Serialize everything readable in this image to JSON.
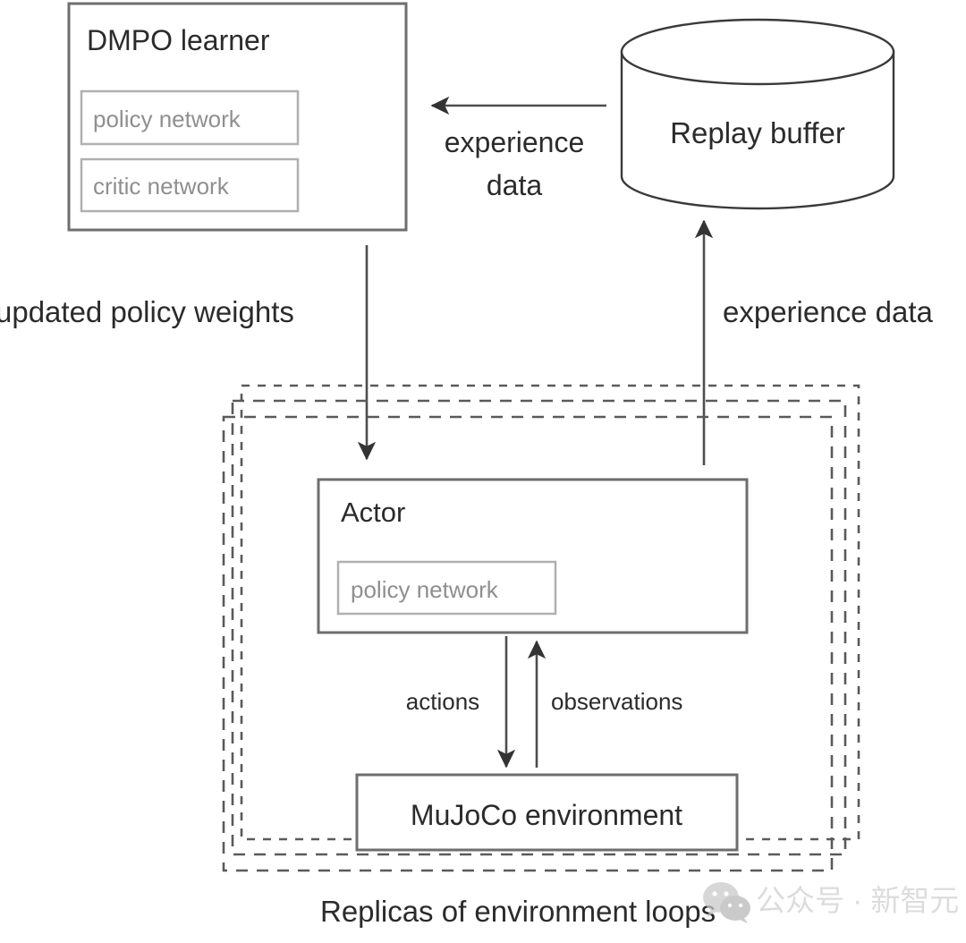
{
  "diagram": {
    "title_caption": "Replicas of environment loops",
    "nodes": {
      "learner": {
        "label": "DMPO learner",
        "children": [
          {
            "label": "policy network",
            "name": "policy-network"
          },
          {
            "label": "critic network",
            "name": "critic-network"
          }
        ]
      },
      "replay_buffer": {
        "label": "Replay buffer"
      },
      "actor": {
        "label": "Actor",
        "children": [
          {
            "label": "policy network",
            "name": "policy-network"
          }
        ]
      },
      "environment": {
        "label": "MuJoCo environment"
      }
    },
    "edges": [
      {
        "name": "buffer-to-learner",
        "label_line1": "experience",
        "label_line2": "data"
      },
      {
        "name": "learner-to-actor",
        "label": "updated policy weights"
      },
      {
        "name": "actor-to-buffer",
        "label": "experience data"
      },
      {
        "name": "actor-to-env",
        "label": "actions"
      },
      {
        "name": "env-to-actor",
        "label": "observations"
      }
    ],
    "colors": {
      "box_stroke": "#6e6e6e",
      "inner_box_stroke": "#b0b0b0",
      "inner_text": "#8f8f8f",
      "text": "#2b2b2b",
      "arrow": "#4d4d4d",
      "dashed_stroke": "#5a5a5a",
      "background": "#ffffff",
      "watermark": "#cfcfcf"
    }
  },
  "watermark": {
    "text": "公众号 · 新智元",
    "icon": "wechat-icon"
  }
}
